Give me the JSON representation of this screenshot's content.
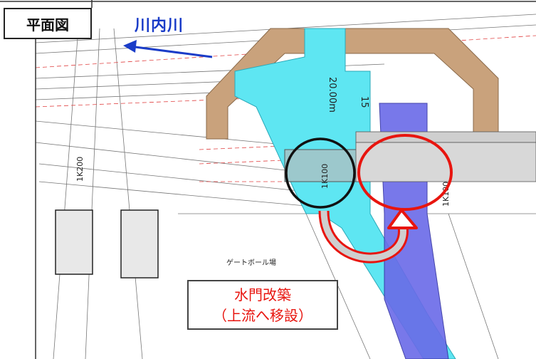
{
  "title": "平面図",
  "river_name": "川内川",
  "callout": {
    "line1": "水門改築",
    "line2": "（上流へ移設）"
  },
  "drawing_labels": {
    "width_dim": "20.00m",
    "dim_15": "15",
    "station_left": "1K200",
    "station_mid": "1K100",
    "station_right": "1K100",
    "gateball": "ゲートボール場"
  },
  "colors": {
    "river_arrow": "#1a3cc8",
    "channel_fill": "#5ee6f2",
    "new_gate_fill": "#6a6ae8",
    "levee_fill": "#c9a27c",
    "old_gate_circle": "#111111",
    "new_gate_circle": "#e8150f"
  }
}
